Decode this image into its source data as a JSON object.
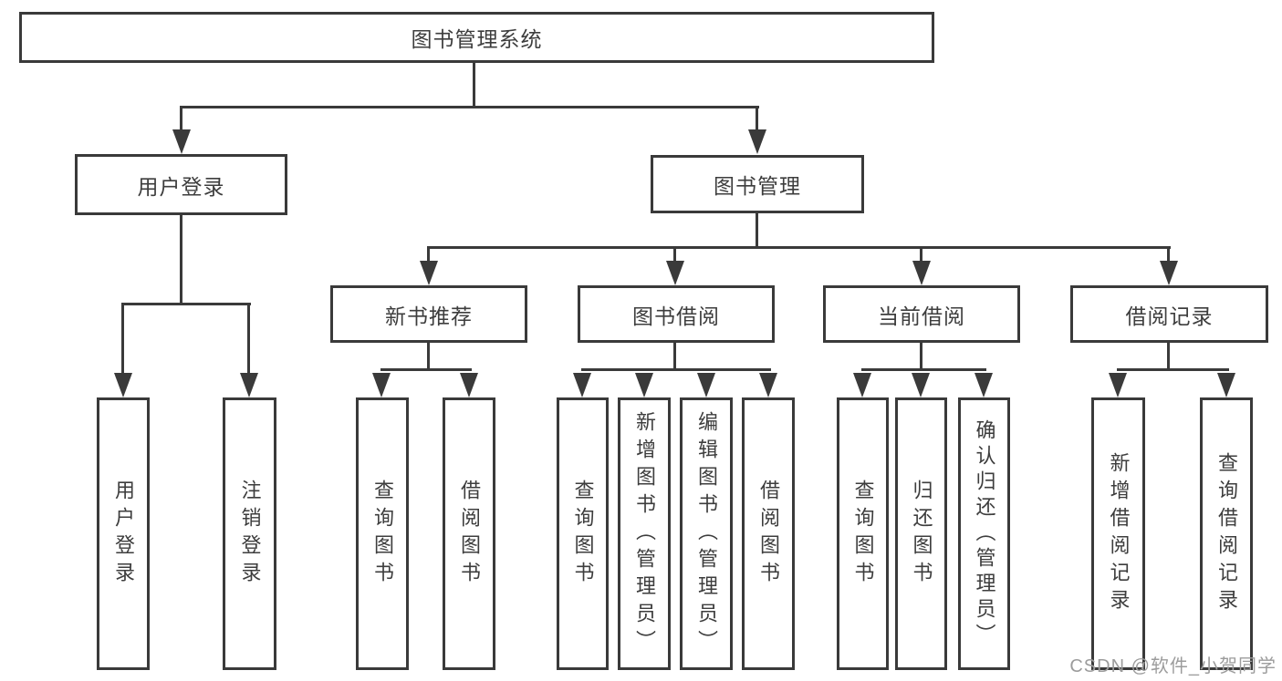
{
  "colors": {
    "stroke": "#3a3a3a",
    "text": "#3d3d3d",
    "watermark_color": "#9c9c9c",
    "background": "#ffffff"
  },
  "watermark": "CSDN @软件_小贺同学",
  "tree": {
    "label": "图书管理系统",
    "children": [
      {
        "label": "用户登录",
        "children": [
          {
            "label": "用户登录"
          },
          {
            "label": "注销登录"
          }
        ]
      },
      {
        "label": "图书管理",
        "children": [
          {
            "label": "新书推荐",
            "children": [
              {
                "label": "查询图书"
              },
              {
                "label": "借阅图书"
              }
            ]
          },
          {
            "label": "图书借阅",
            "children": [
              {
                "label": "查询图书"
              },
              {
                "label": "新增图书（管理员）"
              },
              {
                "label": "编辑图书（管理员）"
              },
              {
                "label": "借阅图书"
              }
            ]
          },
          {
            "label": "当前借阅",
            "children": [
              {
                "label": "查询图书"
              },
              {
                "label": "归还图书"
              },
              {
                "label": "确认归还（管理员）"
              }
            ]
          },
          {
            "label": "借阅记录",
            "children": [
              {
                "label": "新增借阅记录"
              },
              {
                "label": "查询借阅记录"
              }
            ]
          }
        ]
      }
    ]
  }
}
